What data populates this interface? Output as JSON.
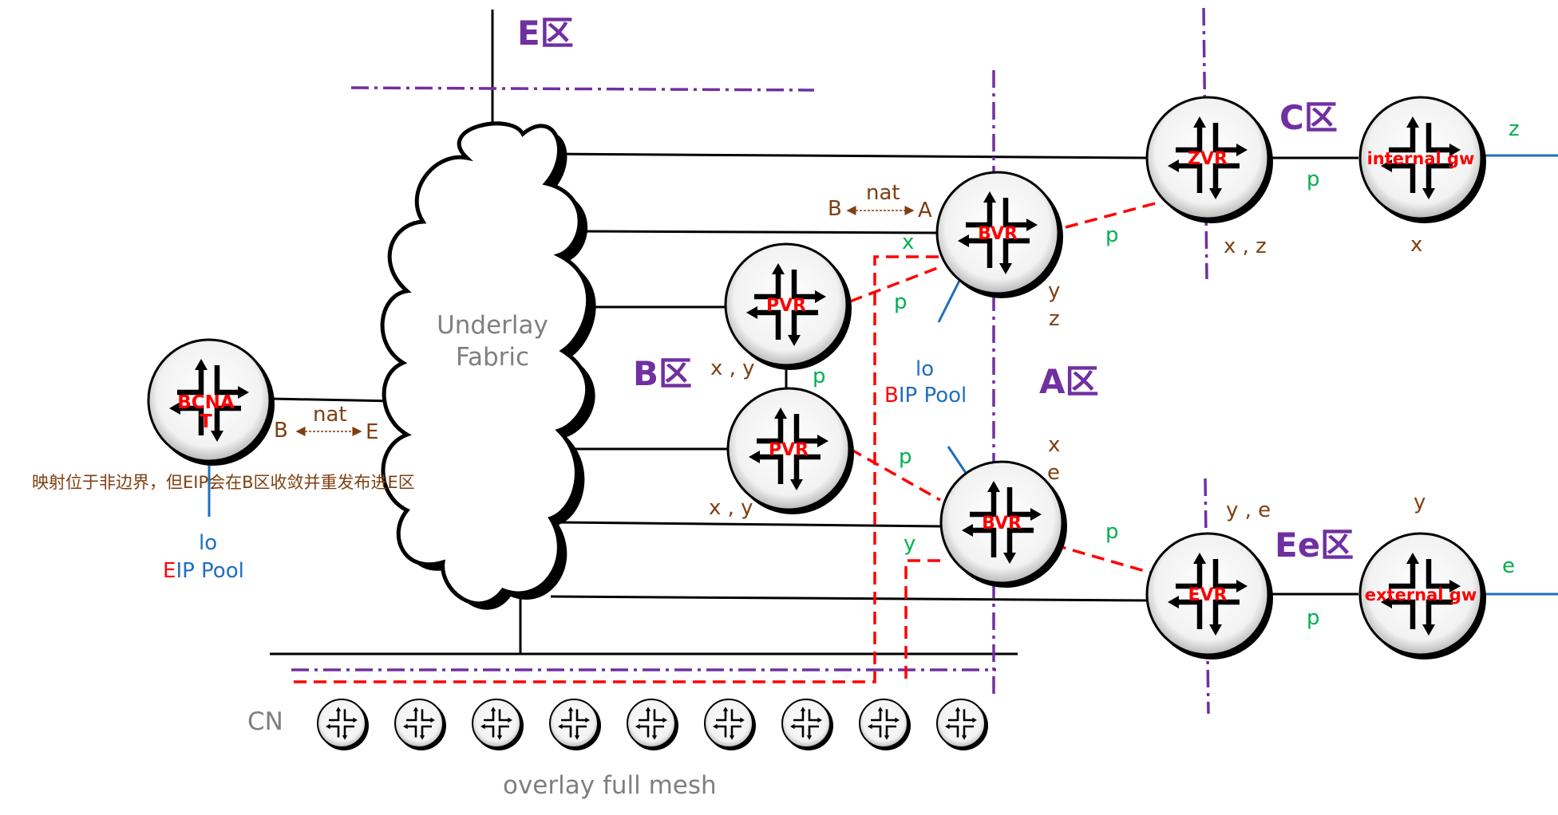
{
  "zones": {
    "E": "E区",
    "B": "B区",
    "A": "A区",
    "C": "C区",
    "Ee": "Ee区"
  },
  "cloud": {
    "line1": "Underlay",
    "line2": "Fabric"
  },
  "routers": {
    "bcnat": {
      "line1": "BCNA",
      "line2": "T"
    },
    "pvr_top": "PVR",
    "pvr_bottom": "PVR",
    "bvr_top": "BVR",
    "bvr_bottom": "BVR",
    "zvr": "ZVR",
    "evr": "EVR",
    "internal_gw": "internal gw",
    "external_gw": "external gw"
  },
  "nat": {
    "left": {
      "from": "B",
      "label": "nat",
      "to": "E"
    },
    "top": {
      "from": "B",
      "label": "nat",
      "to": "A"
    }
  },
  "note": "映射位于非边界，但EIP会在B区收敛并重发布进E区",
  "pools": {
    "eip": {
      "lo": "lo",
      "prefix": "E",
      "rest": "IP Pool"
    },
    "bip": {
      "lo": "lo",
      "prefix": "B",
      "rest": "IP Pool"
    }
  },
  "labels": {
    "pvr_top_xy": "x , y",
    "pvr_bottom_xy": "x , y",
    "pvr_p_mid": "p",
    "pvr_p_top": "p",
    "pvr_p_bottom": "p",
    "bvr_top_x": "x",
    "bvr_top_y": "y",
    "bvr_top_z": "z",
    "bvr_top_p": "p",
    "bvr_bottom_x": "x",
    "bvr_bottom_e": "e",
    "bvr_bottom_y": "y",
    "bvr_bottom_p": "p",
    "zvr_xz": "x , z",
    "zvr_p": "p",
    "internal_z": "z",
    "internal_x": "x",
    "evr_ye": "y , e",
    "evr_p": "p",
    "external_y": "y",
    "external_e": "e"
  },
  "cn": {
    "label": "CN",
    "count": 9
  },
  "footer": "overlay full mesh",
  "colors": {
    "zone": "#7030a0",
    "router_text": "#ff0000",
    "brown": "#7f3f10",
    "green": "#00b050",
    "blue": "#1f6fbf",
    "gray": "#7f7f7f",
    "dashed_red": "#ff0000",
    "zone_boundary": "#7030a0"
  }
}
